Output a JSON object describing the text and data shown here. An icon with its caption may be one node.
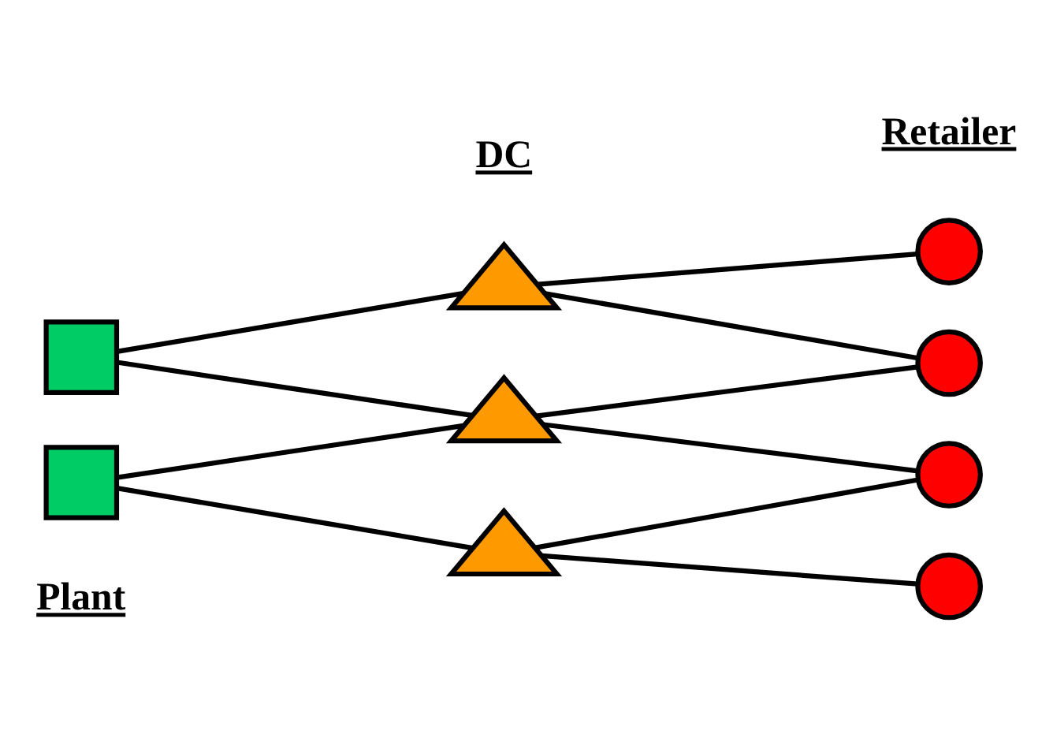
{
  "diagram": {
    "nodes": [
      {
        "text": [],
        "shape": "box"
      },
      {
        "text": [],
        "shape": "box"
      },
      {
        "text": [],
        "shape": "triangle"
      },
      {
        "text": [],
        "shape": "triangle"
      },
      {
        "text": [],
        "shape": "triangle"
      },
      {
        "text": [],
        "shape": "circle"
      },
      {
        "text": [],
        "shape": "circle"
      },
      {
        "text": [],
        "shape": "circle"
      },
      {
        "text": [],
        "shape": "circle"
      }
    ],
    "edges": [
      {
        "from": 0,
        "to": 2,
        "arrow": "none"
      },
      {
        "from": 0,
        "to": 3,
        "arrow": "none"
      },
      {
        "from": 1,
        "to": 3,
        "arrow": "none"
      },
      {
        "from": 1,
        "to": 4,
        "arrow": "none"
      },
      {
        "from": 2,
        "to": 5,
        "arrow": "none"
      },
      {
        "from": 2,
        "to": 6,
        "arrow": "none"
      },
      {
        "from": 3,
        "to": 6,
        "arrow": "none"
      },
      {
        "from": 3,
        "to": 7,
        "arrow": "none"
      },
      {
        "from": 4,
        "to": 7,
        "arrow": "none"
      },
      {
        "from": 4,
        "to": 8,
        "arrow": "none"
      }
    ],
    "labels": [
      "Plant",
      "DC",
      "Retailer"
    ]
  }
}
